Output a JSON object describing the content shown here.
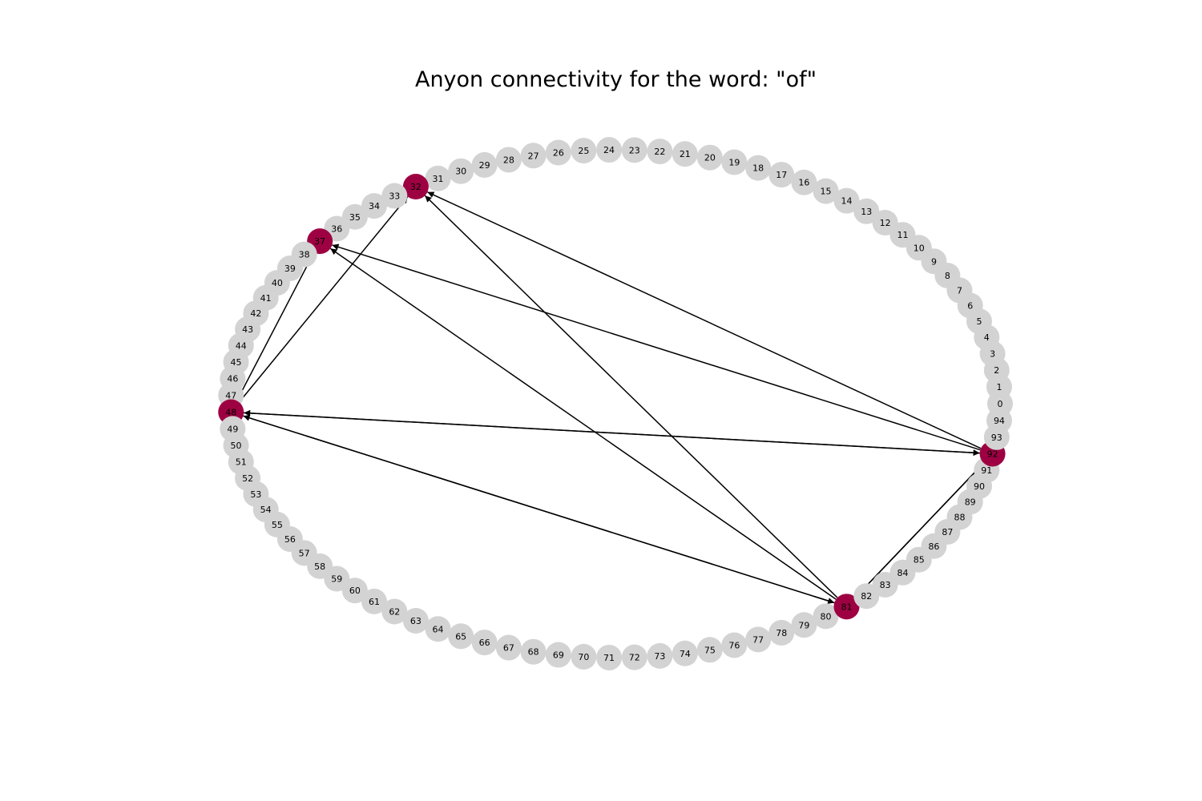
{
  "title": "Anyon connectivity for the word: \"of\"",
  "graph": {
    "node_count": 95,
    "highlighted_nodes": [
      32,
      37,
      48,
      81,
      92
    ],
    "edges": [
      [
        48,
        32
      ],
      [
        48,
        37
      ],
      [
        48,
        92
      ],
      [
        48,
        81
      ],
      [
        92,
        32
      ],
      [
        92,
        37
      ],
      [
        92,
        48
      ],
      [
        92,
        81
      ],
      [
        81,
        32
      ],
      [
        81,
        37
      ],
      [
        81,
        48
      ],
      [
        81,
        92
      ]
    ],
    "colors": {
      "node": "#d3d3d3",
      "highlight": "#9e0142",
      "edge": "#000000",
      "label": "#000000",
      "background": "#ffffff"
    }
  }
}
